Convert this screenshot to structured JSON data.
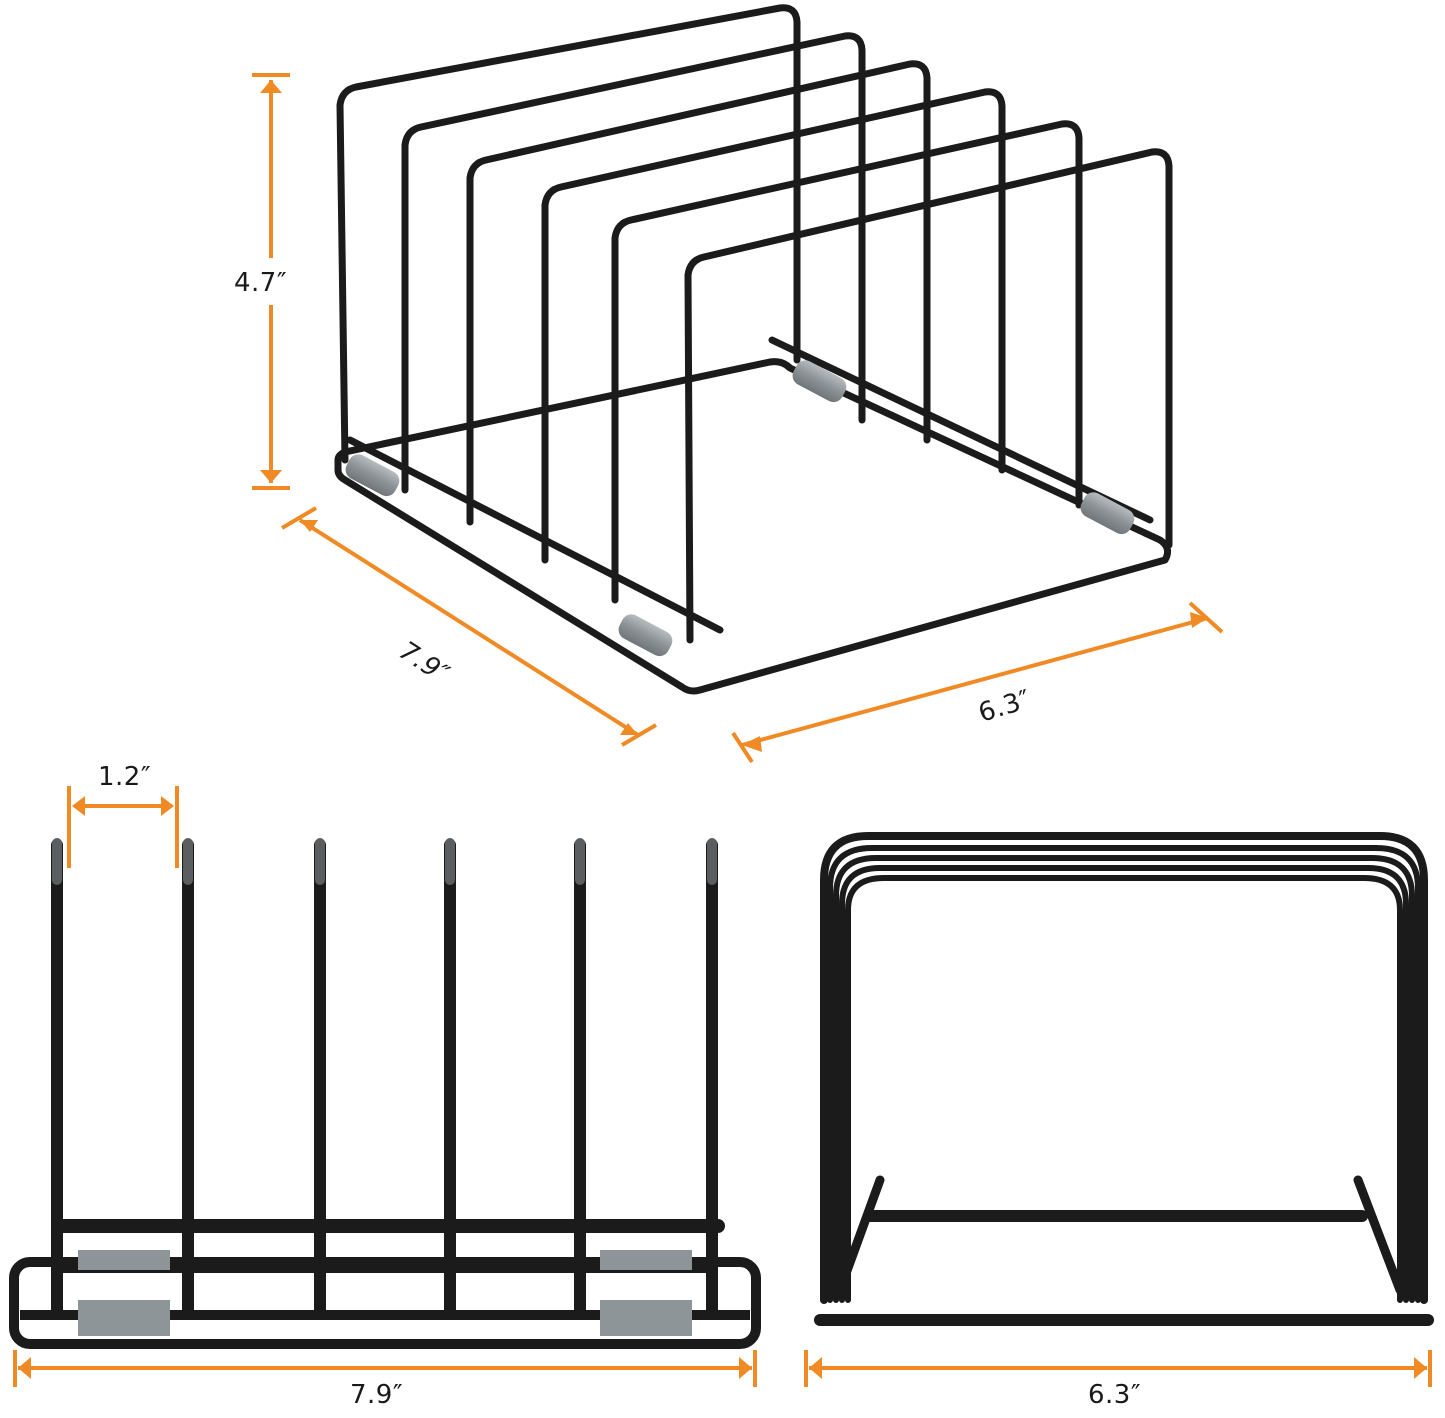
{
  "figure": {
    "title": "Wire rack organizer dimensions",
    "accent_color": "#F08A24",
    "wire_color": "#1b1b1b",
    "foot_color": "#8e9599",
    "text_color": "#1a1a1a"
  },
  "views": [
    {
      "name": "perspective",
      "dimensions": {
        "height": "4.7″",
        "depth": "7.9″",
        "width": "6.3″"
      },
      "divider_count": 6,
      "foot_count": 4
    },
    {
      "name": "side",
      "dimensions": {
        "slot_spacing": "1.2″",
        "length": "7.9″"
      },
      "divider_count": 6
    },
    {
      "name": "front",
      "dimensions": {
        "width": "6.3″"
      }
    }
  ]
}
